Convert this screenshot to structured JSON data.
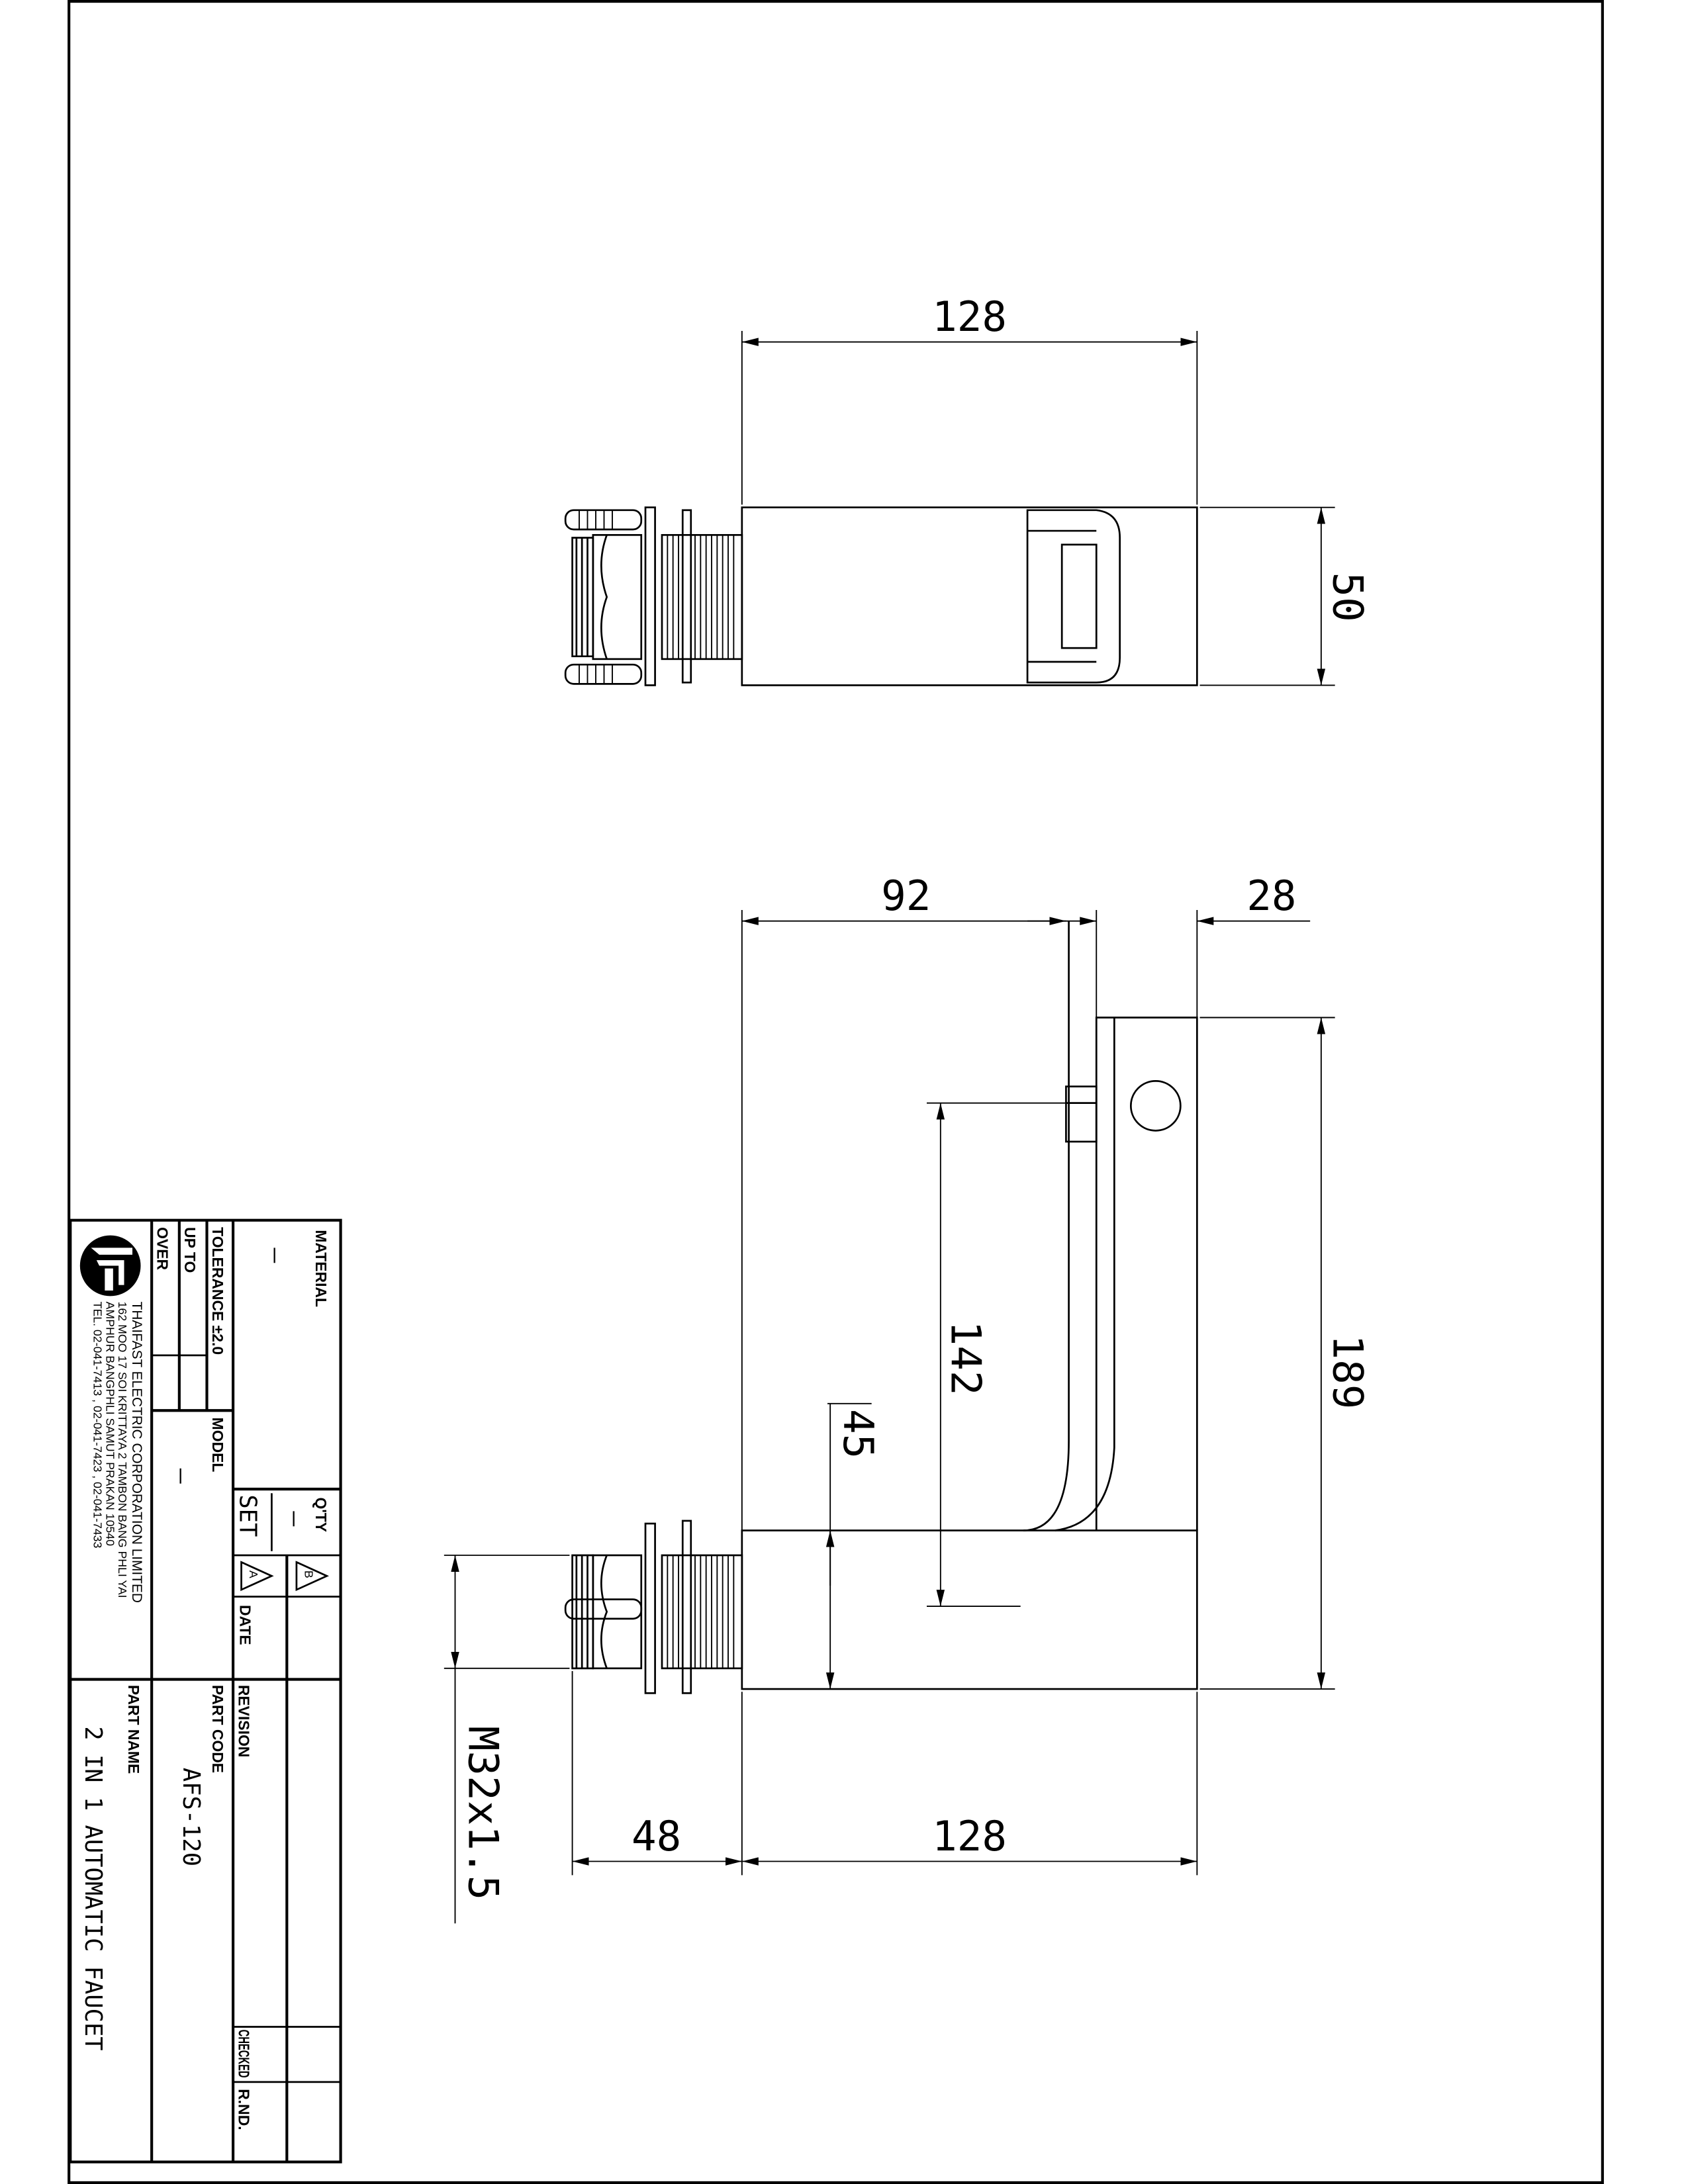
{
  "drawing": {
    "dimensions": {
      "top_view_length": "128",
      "top_view_height": "50",
      "side_spout_offset": "92",
      "side_head_width": "28",
      "side_total_height": "189",
      "side_sensor_height": "142",
      "side_base_height": "45",
      "side_shank_length": "48",
      "side_body_length": "128",
      "thread_spec": "M32x1.5"
    }
  },
  "title_block": {
    "material_label": "MATERIAL",
    "material_value": "—",
    "qty_label": "Q'TY",
    "qty_value": "—",
    "qty_unit": "SET",
    "rev_b": "B",
    "rev_a": "A",
    "date_label": "DATE",
    "tolerance_label": "TOLERANCE ±2.0",
    "up_to_label": "UP TO",
    "over_label": "OVER",
    "model_label": "MODEL",
    "model_value": "—",
    "revision_label": "REVISION",
    "part_code_label": "PART CODE",
    "part_code_value": "AFS-120",
    "part_name_label": "PART NAME",
    "part_name_value": "2 IN 1 AUTOMATIC FAUCET",
    "checked_label": "CHECKED",
    "rnd_label": "R.ND.",
    "company_name": "THAIFAST ELECTRIC CORPORATION LIMITED",
    "address_line1": "162 MOO 17 SOI KRITTAYA 2 TAMBON BANG PHLI YAI",
    "address_line2": "AMPHUR BANGPHLI SAMUT PRAKAN 10540",
    "phone": "TEL. 02-041-7413 , 02-041-7423 , 02-041-7433"
  }
}
